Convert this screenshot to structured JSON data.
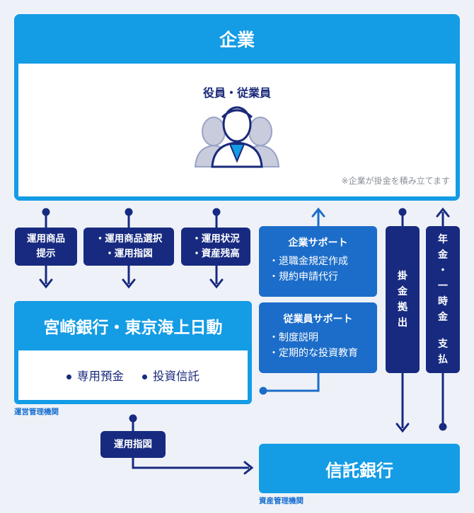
{
  "company": {
    "title": "企業",
    "members_label": "役員・従業員",
    "note": "※企業が掛金を積み立てます"
  },
  "flows": {
    "product_offer": [
      "運用商品",
      "提示"
    ],
    "selection": [
      "・運用商品選択",
      "・運用指図"
    ],
    "status": [
      "・運用状況",
      "・資産残高"
    ],
    "contribution": [
      "掛",
      "金",
      "拠",
      "出"
    ],
    "payout": [
      "年",
      "金",
      "・",
      "一",
      "時",
      "金",
      "",
      "支",
      "払"
    ],
    "instruction": "運用指図"
  },
  "bank": {
    "title": "宮崎銀行・東京海上日動",
    "products": [
      "専用預金",
      "投資信託"
    ],
    "role": "運営管理機関"
  },
  "corporate_support": {
    "title": "企業サポート",
    "items": [
      "・退職金規定作成",
      "・規約申請代行"
    ]
  },
  "employee_support": {
    "title": "従業員サポート",
    "items": [
      "・制度説明",
      "・定期的な投資教育"
    ]
  },
  "trust_bank": {
    "title": "信託銀行",
    "role": "資産管理機関"
  },
  "colors": {
    "primary_blue": "#149ce5",
    "navy": "#172a80",
    "support_blue": "#1c6dc9"
  }
}
